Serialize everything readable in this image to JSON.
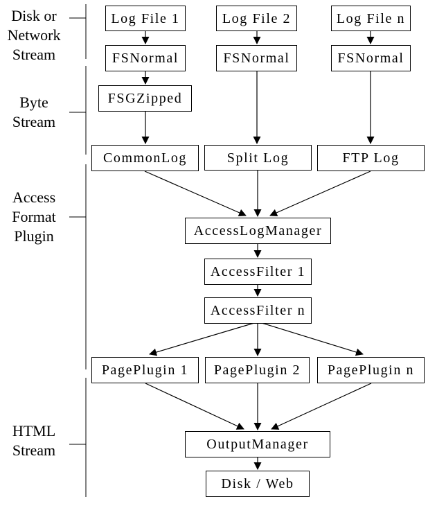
{
  "colors": {
    "background": "#ffffff",
    "line": "#000000",
    "text": "#000000"
  },
  "sections": [
    {
      "name": "disk-or-network-stream",
      "label_lines": [
        "Disk or",
        "Network",
        "Stream"
      ]
    },
    {
      "name": "byte-stream",
      "label_lines": [
        "Byte",
        "Stream"
      ]
    },
    {
      "name": "access-format-plugin",
      "label_lines": [
        "Access",
        "Format",
        "Plugin"
      ]
    },
    {
      "name": "html-stream",
      "label_lines": [
        "HTML",
        "Stream"
      ]
    }
  ],
  "nodes": {
    "log_file_1": "Log File 1",
    "log_file_2": "Log File 2",
    "log_file_n": "Log File n",
    "fs_normal_1": "FSNormal",
    "fs_normal_2": "FSNormal",
    "fs_normal_n": "FSNormal",
    "fs_gzipped": "FSGZipped",
    "common_log": "CommonLog",
    "split_log": "Split Log",
    "ftp_log": "FTP Log",
    "access_log_manager": "AccessLogManager",
    "access_filter_1": "AccessFilter 1",
    "access_filter_n": "AccessFilter n",
    "page_plugin_1": "PagePlugin 1",
    "page_plugin_2": "PagePlugin 2",
    "page_plugin_n": "PagePlugin n",
    "output_manager": "OutputManager",
    "disk_web": "Disk / Web"
  },
  "edges": [
    {
      "from": "log_file_1",
      "to": "fs_normal_1"
    },
    {
      "from": "log_file_2",
      "to": "fs_normal_2"
    },
    {
      "from": "log_file_n",
      "to": "fs_normal_n"
    },
    {
      "from": "fs_normal_1",
      "to": "fs_gzipped"
    },
    {
      "from": "fs_gzipped",
      "to": "common_log"
    },
    {
      "from": "fs_normal_2",
      "to": "split_log"
    },
    {
      "from": "fs_normal_n",
      "to": "ftp_log"
    },
    {
      "from": "common_log",
      "to": "access_log_manager"
    },
    {
      "from": "split_log",
      "to": "access_log_manager"
    },
    {
      "from": "ftp_log",
      "to": "access_log_manager"
    },
    {
      "from": "access_log_manager",
      "to": "access_filter_1"
    },
    {
      "from": "access_filter_1",
      "to": "access_filter_n"
    },
    {
      "from": "access_filter_n",
      "to": "page_plugin_1"
    },
    {
      "from": "access_filter_n",
      "to": "page_plugin_2"
    },
    {
      "from": "access_filter_n",
      "to": "page_plugin_n"
    },
    {
      "from": "page_plugin_1",
      "to": "output_manager"
    },
    {
      "from": "page_plugin_2",
      "to": "output_manager"
    },
    {
      "from": "page_plugin_n",
      "to": "output_manager"
    },
    {
      "from": "output_manager",
      "to": "disk_web"
    }
  ]
}
